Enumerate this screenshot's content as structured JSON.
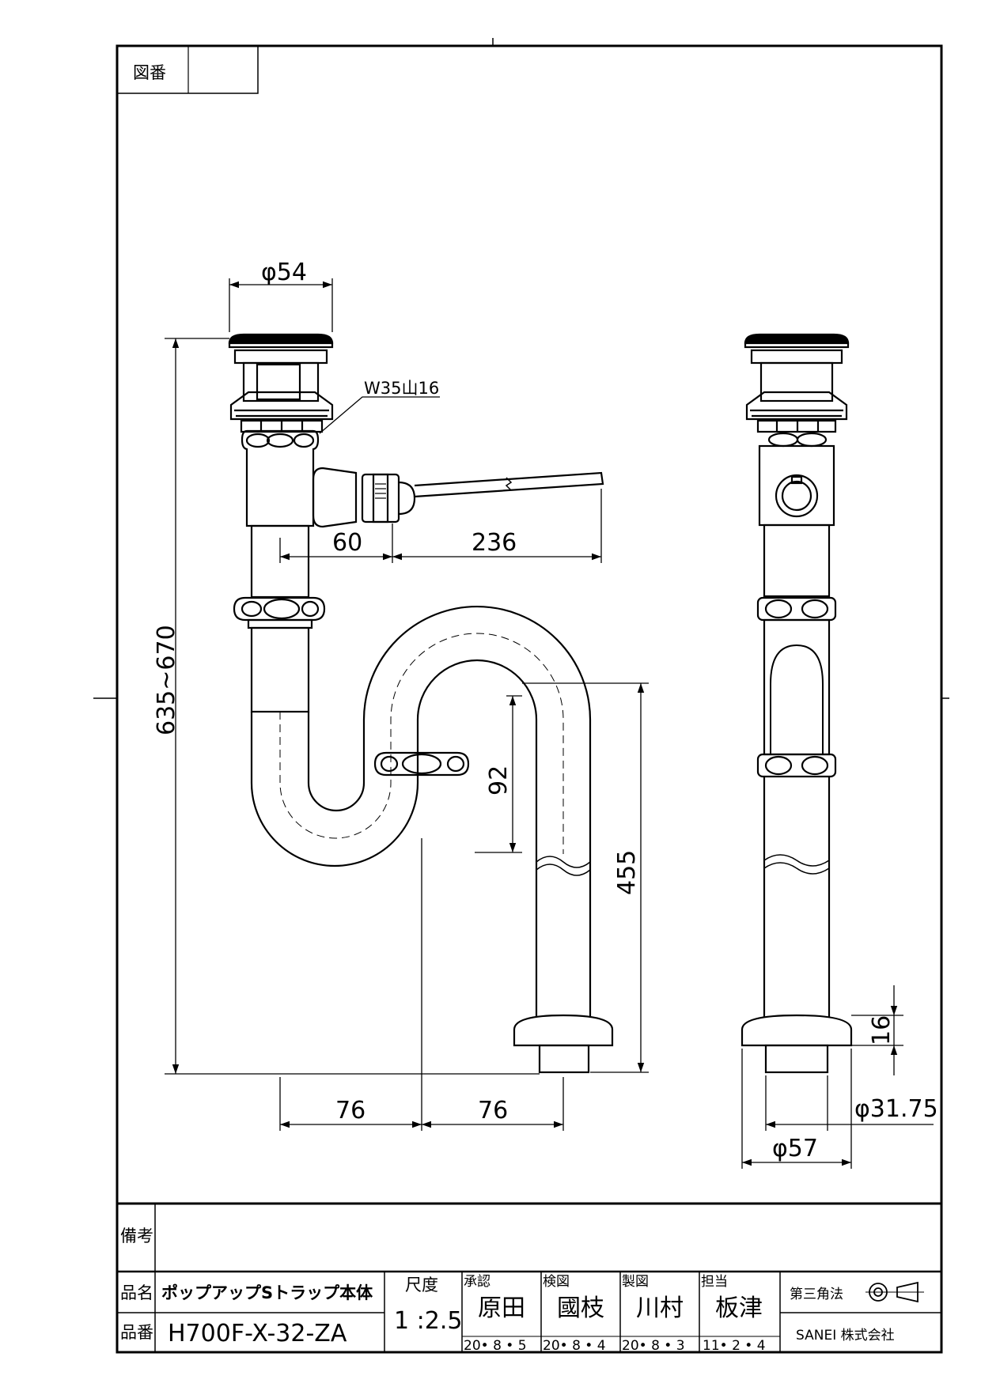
{
  "drawing_number": {
    "label": "図番",
    "value": ""
  },
  "dimensions": {
    "cap_diameter": "φ54",
    "thread": "W35山16",
    "lever_offset": "60",
    "rod_length": "236",
    "height_range": "635~670",
    "trap_depth": "92",
    "outlet_height": "455",
    "spacing_left": "76",
    "spacing_right": "76",
    "flange_height": "16",
    "pipe_diameter": "φ31.75",
    "flange_diameter": "φ57"
  },
  "title_block": {
    "remarks_label": "備考",
    "remarks_value": "",
    "name_label": "品名",
    "name_value": "ポップアップSトラップ本体",
    "number_label": "品番",
    "number_value": "H700F-X-32-ZA",
    "scale_label": "尺度",
    "scale_value": "1 :2.5",
    "approved_label": "承認",
    "approved_name": "原田",
    "approved_date": "20• 8 • 5",
    "checked_label": "検図",
    "checked_name": "國枝",
    "checked_date": "20• 8 • 4",
    "drawn_label": "製図",
    "drawn_name": "川村",
    "drawn_date": "20• 8 • 3",
    "charge_label": "担当",
    "charge_name": "板津",
    "charge_date": "11• 2 • 4",
    "projection_label": "第三角法",
    "company": "SANEI 株式会社"
  },
  "icons": {
    "projection_symbol": "third-angle-projection-icon"
  }
}
